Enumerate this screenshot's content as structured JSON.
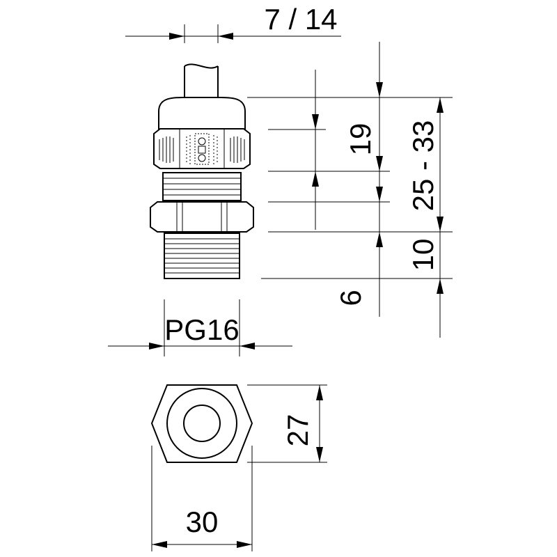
{
  "dimensions": {
    "cable_range": "7 / 14",
    "height_19": "19",
    "height_25_33": "25 - 33",
    "height_10": "10",
    "height_6": "6",
    "thread": "PG16",
    "across_flats": "27",
    "width": "30"
  },
  "colors": {
    "line": "#000000",
    "background": "#ffffff"
  },
  "icons": {
    "logo": "obo-logo-icon"
  }
}
